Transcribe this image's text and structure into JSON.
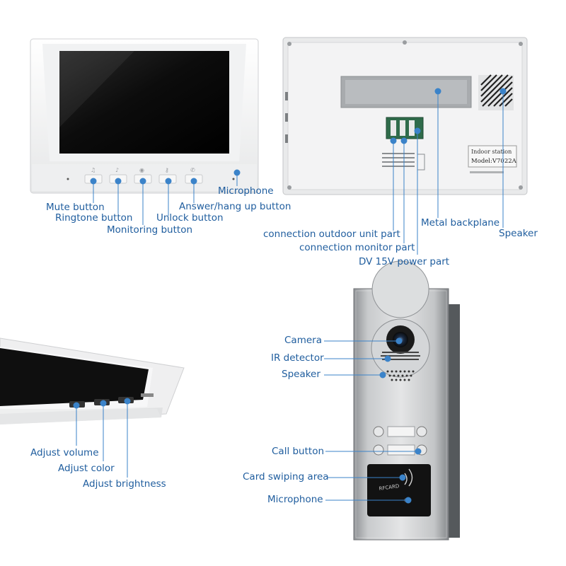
{
  "colors": {
    "label": "#1f5d9e",
    "leader": "#3b83c9",
    "dot": "#3b83c9",
    "panel": "#b9bcbf",
    "screen": "#0b0b0b"
  },
  "monitor_front": {
    "labels": {
      "mute": "Mute button",
      "ringtone": "Ringtone button",
      "monitoring": "Monitoring button",
      "unlock": "Unlock button",
      "answer": "Answer/hang up button",
      "microphone": "Microphone"
    }
  },
  "monitor_back": {
    "sticker_title": "Indoor station",
    "sticker_model": "Model:V7022A",
    "labels": {
      "outdoor": "connection outdoor unit part",
      "monitor": "connection monitor part",
      "power": "DV 15V power part",
      "backplane": "Metal backplane",
      "speaker": "Speaker"
    }
  },
  "monitor_side": {
    "labels": {
      "volume": "Adjust volume",
      "color": "Adjust color",
      "brightness": "Adjust brightness"
    }
  },
  "outdoor_unit": {
    "card_text": "RFCARD",
    "labels": {
      "camera": "Camera",
      "ir": "IR detector",
      "speaker": "Speaker",
      "call": "Call button",
      "card": "Card swiping area",
      "microphone": "Microphone"
    }
  }
}
